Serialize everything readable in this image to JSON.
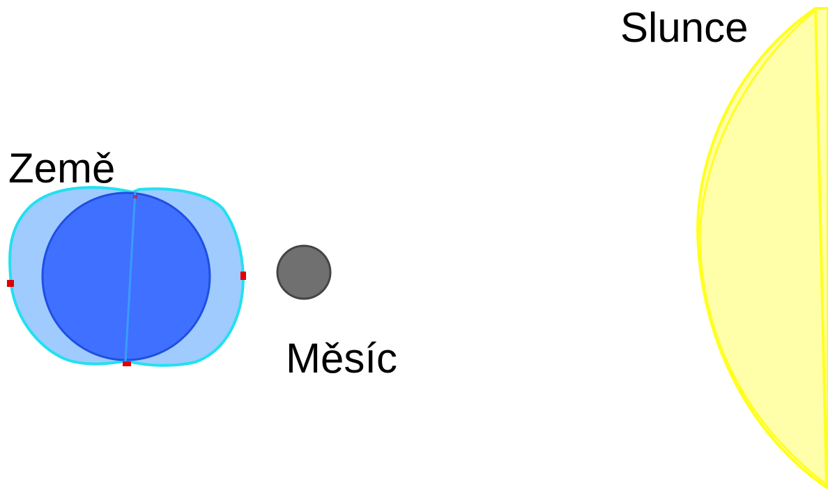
{
  "labels": {
    "earth": "Země",
    "moon": "Měsíc",
    "sun": "Slunce"
  },
  "colors": {
    "earth_body": "#4070ff",
    "earth_body_stroke": "#1f4fe0",
    "tidal_bulge_fill": "#9fcbff",
    "tidal_bulge_stroke": "#22e0f0",
    "axis_line": "#3a9cff",
    "tick_marks": "#e00000",
    "moon_fill": "#707070",
    "moon_stroke": "#444444",
    "sun_fill": "#ffffaa",
    "sun_stroke": "#ffff22"
  }
}
